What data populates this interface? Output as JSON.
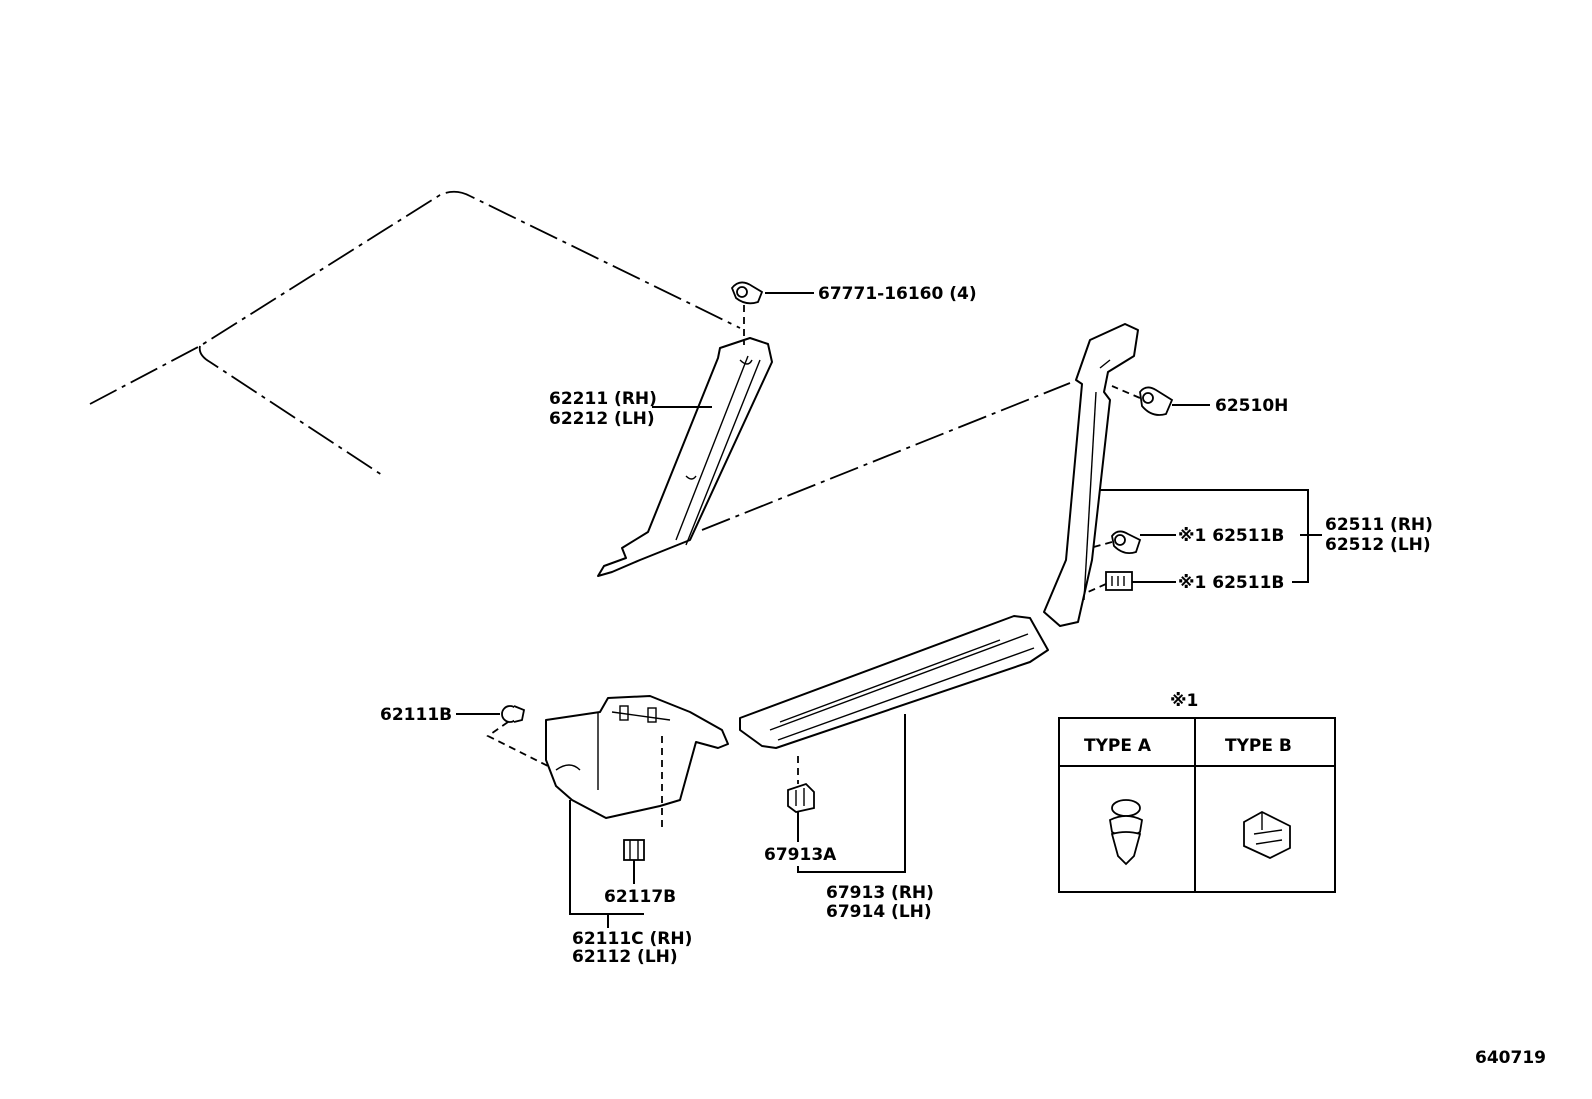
{
  "callouts": {
    "clip_top": "67771-16160 (4)",
    "a_pillar_rh": "62211 (RH)",
    "a_pillar_lh": "62212 (LH)",
    "clip_b_upper": "62510H",
    "b_clip_1": "※1 62511B",
    "b_clip_2": "※1 62511B",
    "b_pillar_rh": "62511 (RH)",
    "b_pillar_lh": "62512 (LH)",
    "screw": "62111B",
    "cowl_clip": "62117B",
    "cowl_rh": "62111C (RH)",
    "cowl_lh": "62112   (LH)",
    "scuff_clip": "67913A",
    "scuff_rh": "67913 (RH)",
    "scuff_lh": "67914 (LH)"
  },
  "legend": {
    "mark": "※1",
    "type_a": "TYPE A",
    "type_b": "TYPE B"
  },
  "figure_id": "640719"
}
